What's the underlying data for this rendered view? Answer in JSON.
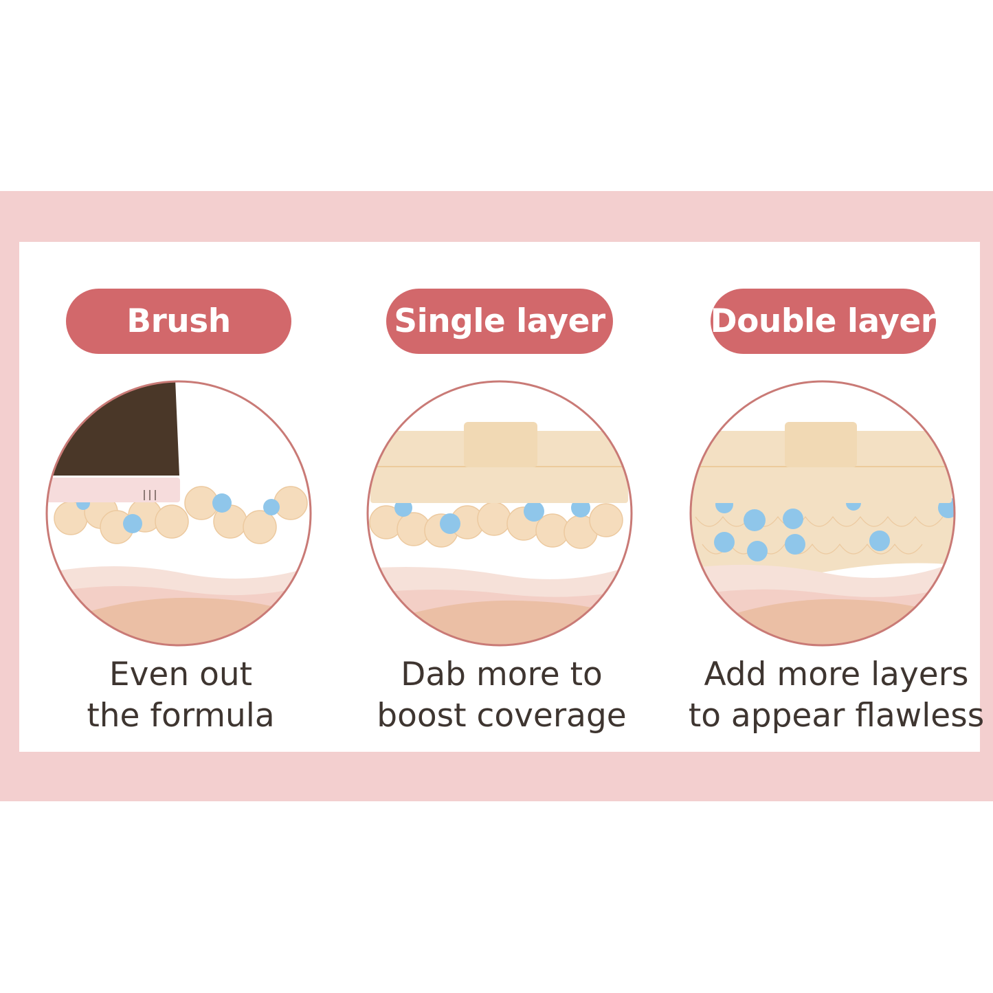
{
  "colors": {
    "frame": "#f3cfcf",
    "pill": "#d2686b",
    "pill_text": "#ffffff",
    "caption_text": "#3e3530",
    "circle_border": "#c97a76",
    "brush_head": "#4a3728",
    "brush_ferrule": "#f6dcdc",
    "puff": "#f3e0c3",
    "puff_handle": "#f1d9b4",
    "foundation_ball": "#f5dcbc",
    "water_drop": "#8fc6ea",
    "skin_top": "#f6e1d9",
    "skin_mid": "#f3cfc6",
    "skin_bottom": "#ebbfa5"
  },
  "steps": [
    {
      "label": "Brush",
      "illustration": "brush-applying-formula",
      "caption_line1": "Even out",
      "caption_line2": "the formula"
    },
    {
      "label": "Single layer",
      "illustration": "puff-single-layer",
      "caption_line1": "Dab more to",
      "caption_line2": "boost coverage"
    },
    {
      "label": "Double layer",
      "illustration": "puff-double-layer",
      "caption_line1": "Add more layers",
      "caption_line2": "to appear flawless"
    }
  ]
}
